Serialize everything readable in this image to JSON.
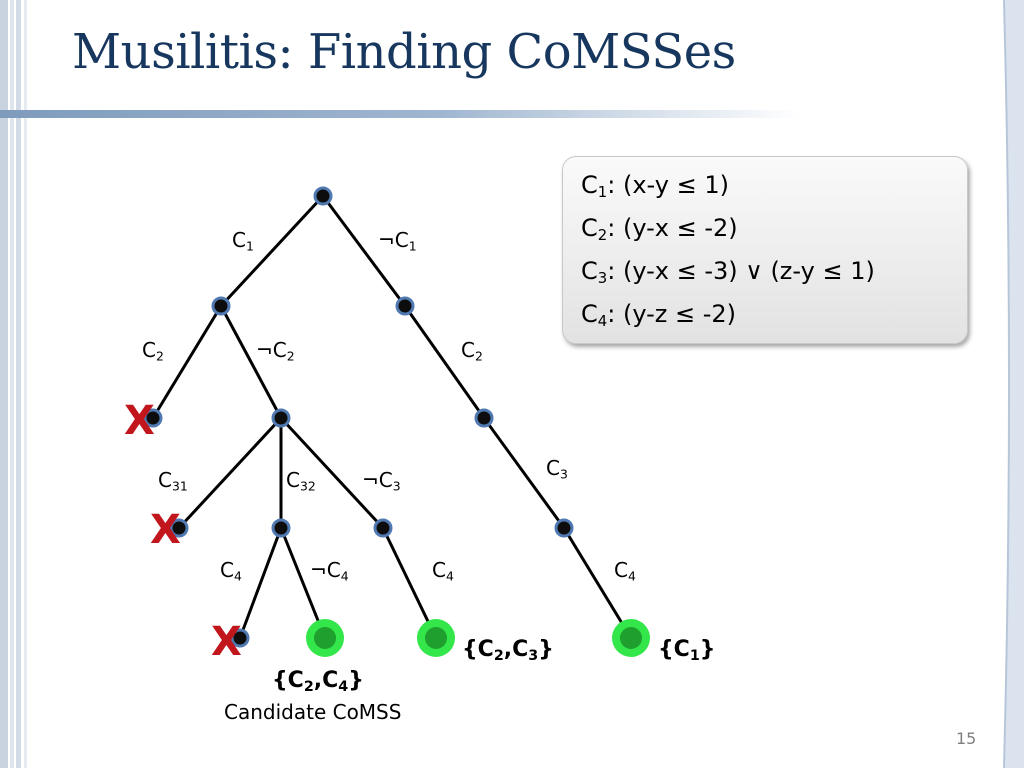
{
  "slide": {
    "title": "Musilitis: Finding CoMSSes",
    "page_number": "15"
  },
  "clauses": [
    {
      "name": "C",
      "sub": "1",
      "text": ": (x-y ≤ 1)"
    },
    {
      "name": "C",
      "sub": "2",
      "text": ": (y-x ≤ -2)"
    },
    {
      "name": "C",
      "sub": "3",
      "text": ": (y-x ≤ -3) ∨ (z-y ≤ 1)"
    },
    {
      "name": "C",
      "sub": "4",
      "text": ": (y-z ≤ -2)"
    }
  ],
  "edge_labels": {
    "e1": {
      "pre": "",
      "base": "C",
      "sub": "1"
    },
    "e2": {
      "pre": "¬",
      "base": "C",
      "sub": "1"
    },
    "e3": {
      "pre": "",
      "base": "C",
      "sub": "2"
    },
    "e4": {
      "pre": "¬",
      "base": "C",
      "sub": "2"
    },
    "e5": {
      "pre": "",
      "base": "C",
      "sub": "2"
    },
    "e6": {
      "pre": "",
      "base": "C",
      "sub": "31"
    },
    "e7": {
      "pre": "",
      "base": "C",
      "sub": "32"
    },
    "e8": {
      "pre": "¬",
      "base": "C",
      "sub": "3"
    },
    "e9": {
      "pre": "",
      "base": "C",
      "sub": "3"
    },
    "e10": {
      "pre": "",
      "base": "C",
      "sub": "4"
    },
    "e11": {
      "pre": "¬",
      "base": "C",
      "sub": "4"
    },
    "e12": {
      "pre": "",
      "base": "C",
      "sub": "4"
    },
    "e13": {
      "pre": "",
      "base": "C",
      "sub": "4"
    }
  },
  "results": {
    "r1": {
      "open": "{",
      "a": "C",
      "a_sub": "2",
      "comma": ",",
      "b": "C",
      "b_sub": "3",
      "close": "}"
    },
    "r2": {
      "open": "{",
      "a": "C",
      "a_sub": "1",
      "close": "}"
    },
    "r3": {
      "open": "{",
      "a": "C",
      "a_sub": "2",
      "comma": ",",
      "b": "C",
      "b_sub": "4",
      "close": "}"
    }
  },
  "candidate_label": "Candidate CoMSS",
  "conflict_mark": "X",
  "colors": {
    "title": "#17375e",
    "node_fill": "#0d0d0d",
    "node_ring": "#4f79b0",
    "leaf_green_ring": "#33e64a",
    "leaf_green_core": "#1f9f2d",
    "conflict_x": "#c0161c"
  }
}
